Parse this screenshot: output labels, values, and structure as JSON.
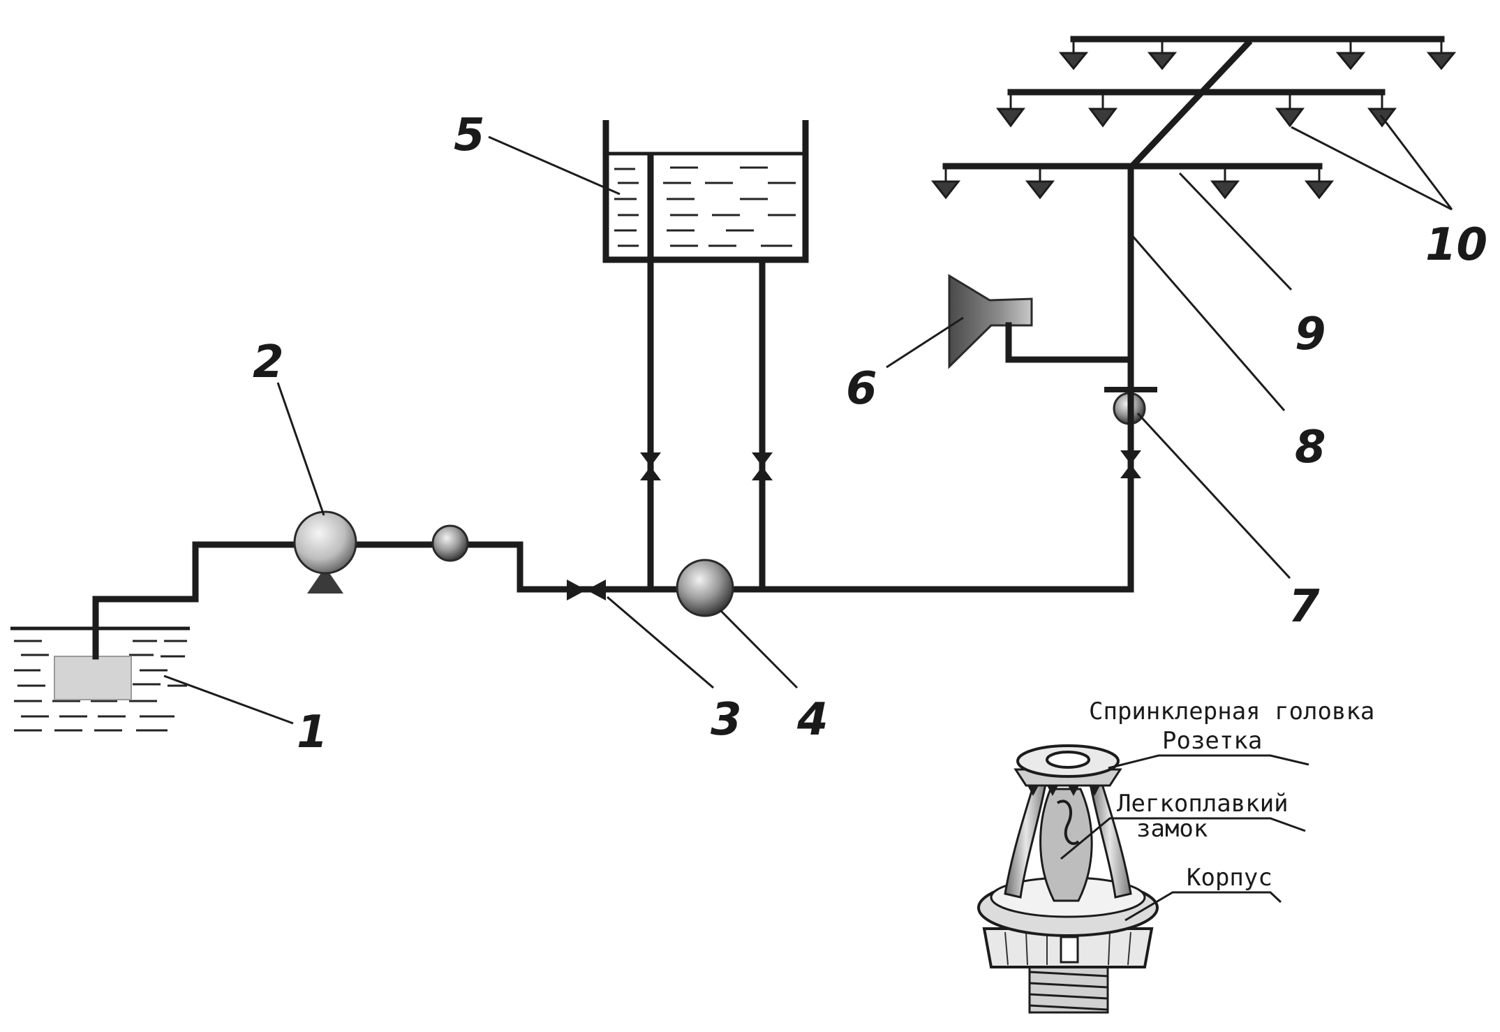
{
  "labels": {
    "n1": "1",
    "n2": "2",
    "n3": "3",
    "n4": "4",
    "n5": "5",
    "n6": "6",
    "n7": "7",
    "n8": "8",
    "n9": "9",
    "n10": "10"
  },
  "sprinkler": {
    "title": "Спринклерная головка",
    "rosette": "Розетка",
    "lock_line1": "Легкоплавкий",
    "lock_line2": "замок",
    "body": "Корпус"
  },
  "colors": {
    "ink": "#1c1c1c",
    "paper": "#ffffff"
  }
}
